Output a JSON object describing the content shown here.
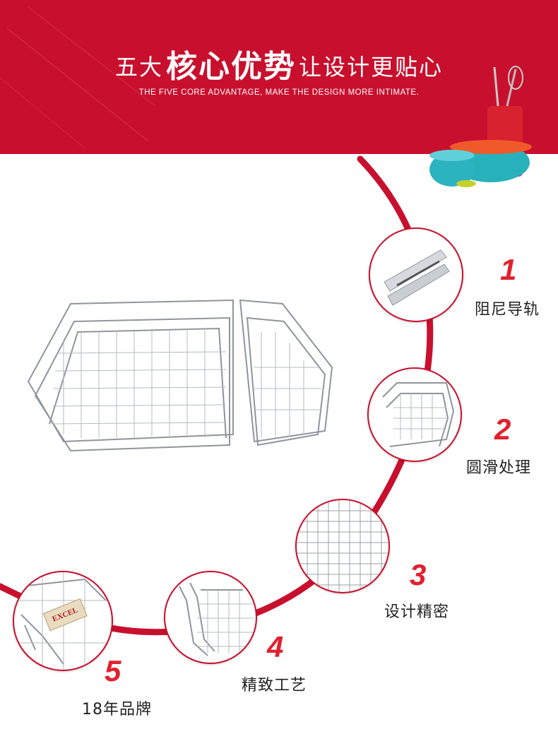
{
  "banner": {
    "title_prefix": "五大",
    "title_emphasis": "核心优势",
    "title_suffix": "让设计更贴心",
    "subtitle": "THE FIVE CORE ADVANTAGE, MAKE THE DESIGN MORE INTIMATE."
  },
  "badge": {
    "brand": "EXCEL"
  },
  "features": [
    {
      "number": "1",
      "label": "阻尼导轨"
    },
    {
      "number": "2",
      "label": "圆滑处理"
    },
    {
      "number": "3",
      "label": "设计精密"
    },
    {
      "number": "4",
      "label": "精致工艺"
    },
    {
      "number": "5",
      "label": "18年品牌"
    }
  ],
  "colors": {
    "brand_red": "#c8102e",
    "chrome": "#9aa0a6"
  }
}
